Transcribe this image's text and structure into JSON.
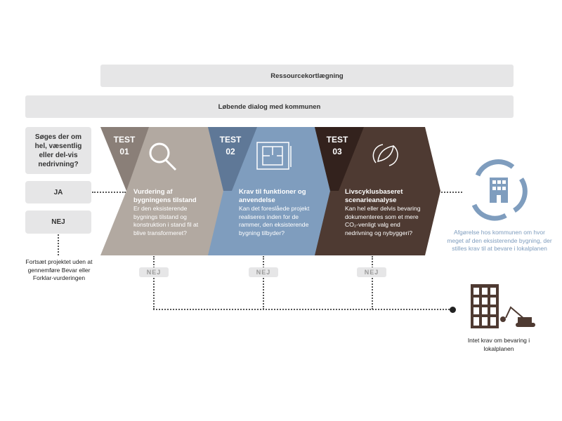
{
  "top_bars": {
    "resource": "Ressourcekortlægning",
    "dialog": "Løbende dialog med kommunen"
  },
  "question": {
    "text": "Søges der om hel, væsentlig eller del-vis nedrivning?",
    "yes": "JA",
    "no": "NEJ",
    "no_note": "Fortsæt projektet uden at gennemføre Bevar eller Forklar-vurderingen"
  },
  "tests": [
    {
      "label": "TEST",
      "number": "01",
      "title": "Vurdering af bygningens tilstand",
      "question": "Er den eksisterende bygnings tilstand og konstruktion i stand fil at blive transformeret?",
      "no": "NEJ",
      "icon": "magnifier-icon",
      "color_light": "#b2a9a1",
      "color_dark": "#8a7f78"
    },
    {
      "label": "TEST",
      "number": "02",
      "title": "Krav til funktioner og anvendelse",
      "question": "Kan det foreslåede projekt realiseres inden for de rammer, den eksisterende bygning tilbyder?",
      "no": "NEJ",
      "icon": "blueprint-icon",
      "color_light": "#7f9dbe",
      "color_dark": "#5f7897"
    },
    {
      "label": "TEST",
      "number": "03",
      "title": "Livscyklusbaseret scenarieanalyse",
      "question": "Kan hel eller delvis bevaring dokumenteres som et mere CO₂-venligt valg end nedrivning og nybyggeri?",
      "no": "NEJ",
      "icon": "leaf-cycle-icon",
      "color_light": "#4e3a32",
      "color_dark": "#33221d"
    }
  ],
  "outcome_yes": {
    "text": "Afgørelse hos kommunen om hvor meget af den eksisterende bygning, der stilles krav til at bevare i lokalplanen",
    "color": "#7f9dbe"
  },
  "outcome_no": {
    "text": "Intet krav om bevaring i lokalplanen",
    "color": "#4e3a32"
  }
}
